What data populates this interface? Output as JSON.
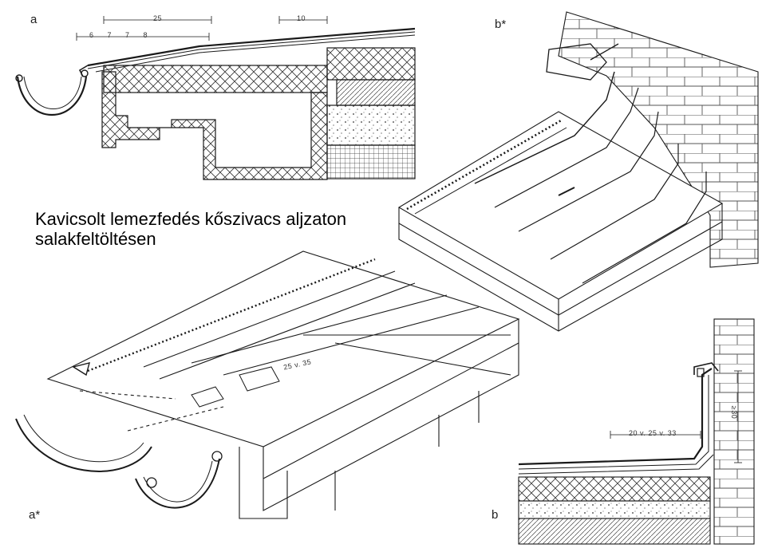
{
  "caption": {
    "line1": "Kavicsolt lemezfedés kőszivacs aljzaton",
    "line2": "salakfeltöltésen"
  },
  "panels": {
    "a": "a",
    "b_star": "b*",
    "a_star": "a*",
    "b": "b"
  },
  "dimensions": {
    "a_top_left": "25",
    "a_top_right": "10",
    "a_second_row": "6  7  7  8",
    "a_star_mid": "25 v. 35",
    "b_width": "20 v. 25 v. 33",
    "b_height": "≥30"
  },
  "colors": {
    "ink": "#1a1a1a",
    "hatch": "#444444"
  }
}
